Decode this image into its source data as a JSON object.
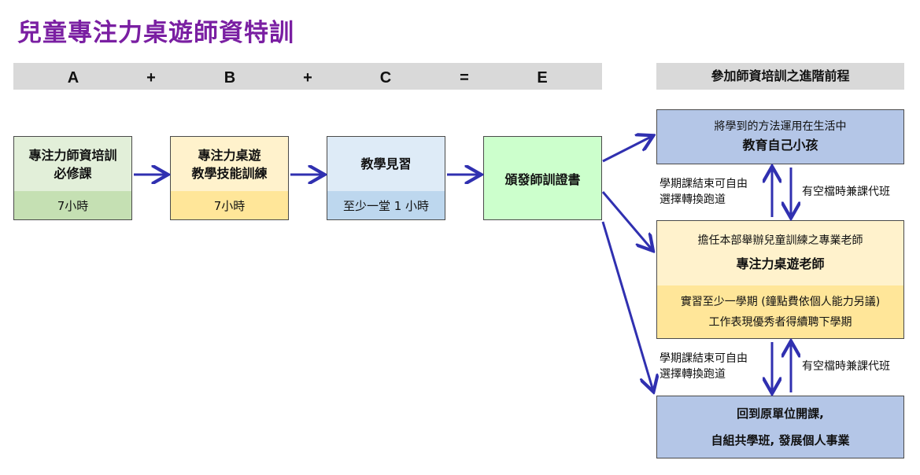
{
  "title": "兒童專注力桌遊師資特訓",
  "formula": {
    "a": "A",
    "plus1": "+",
    "b": "B",
    "plus2": "+",
    "c": "C",
    "equals": "=",
    "e": "E"
  },
  "right_header": "參加師資培訓之進階前程",
  "steps": {
    "a": {
      "line1": "專注力師資培訓",
      "line2": "必修課",
      "hours": "7小時"
    },
    "b": {
      "line1": "專注力桌遊",
      "line2": "教學技能訓練",
      "hours": "7小時"
    },
    "c": {
      "line1": "教學見習",
      "hours": "至少一堂 1 小時"
    },
    "e": {
      "label": "頒發師訓證書"
    }
  },
  "paths": {
    "own_child": {
      "subtitle": "將學到的方法運用在生活中",
      "title": "教育自己小孩"
    },
    "teacher": {
      "subtitle": "擔任本部舉辦兒童訓練之專業老師",
      "title": "專注力桌遊老師",
      "note1": "實習至少一學期 (鐘點費依個人能力另議)",
      "note2": "工作表現優秀者得續聘下學期"
    },
    "return": {
      "line1": "回到原單位開課,",
      "line2": "自組共學班, 發展個人事業"
    }
  },
  "transitions": {
    "upper_left_line1": "學期課結束可自由",
    "upper_left_line2": "選擇轉換跑道",
    "upper_right": "有空檔時兼課代班",
    "lower_left_line1": "學期課結束可自由",
    "lower_left_line2": "選擇轉換跑道",
    "lower_right": "有空檔時兼課代班"
  },
  "colors": {
    "arrow": "#3030b0",
    "title": "#7a1fa2"
  }
}
